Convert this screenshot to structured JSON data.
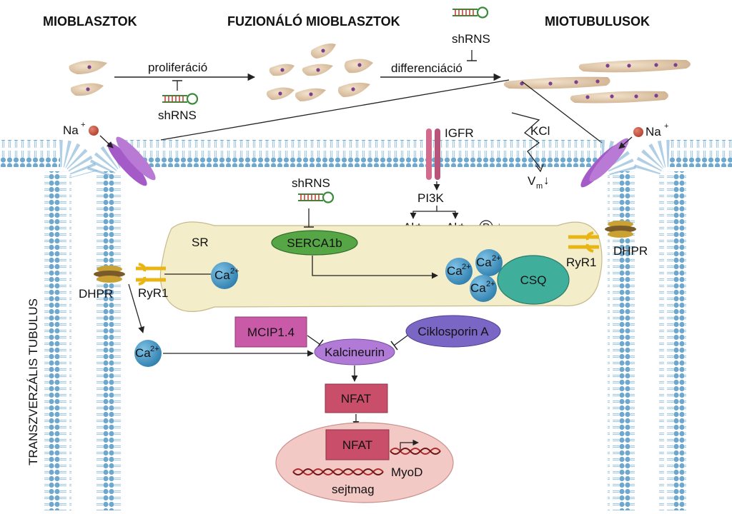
{
  "headers": {
    "myoblasts": "MIOBLASZTOK",
    "fusing": "FUZIONÁLÓ MIOBLASZTOK",
    "myotubes": "MIOTUBULUSOK"
  },
  "process": {
    "proliferation": "proliferáció",
    "differentiation": "differenciáció",
    "shrna": "shRNS"
  },
  "membrane": {
    "na": "Na",
    "na_sup": "+",
    "igfr": "IGFR",
    "kcl": "KCl",
    "vm": "V",
    "vm_sub": "m",
    "down_arrow": "↓",
    "transverse_tubule": "TRANSZVERZÁLIS TUBULUS"
  },
  "signaling": {
    "pi3k": "PI3K",
    "akt": "Akt",
    "akt_p": "Akt -",
    "p": "P",
    "sr": "SR",
    "serca": "SERCA1b",
    "ca": "Ca",
    "ca_sup": "2+",
    "csq": "CSQ",
    "dhpr": "DHPR",
    "ryr1": "RyR1",
    "mcip": "MCIP1.4",
    "cyclosporin": "Ciklosporin A",
    "calcineurin": "Kalcineurin",
    "nfat": "NFAT",
    "myod": "MyoD",
    "nucleus": "sejtmag"
  },
  "colors": {
    "membrane_head": "#6fa8cf",
    "sr_fill": "#f3edc9",
    "serca": "#56a646",
    "ca": "#4a9ac4",
    "csq": "#3fae9a",
    "nfat": "#c94e6a",
    "mcip": "#c95aa8",
    "cyclosporin": "#7a66c4",
    "calcineurin": "#b07ad6",
    "nucleus": "#f3c9c6",
    "cell": "#e2c9ab",
    "igfr": "#d36b8e",
    "channel": "#a45ac7"
  }
}
